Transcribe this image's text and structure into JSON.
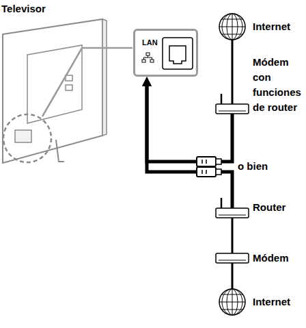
{
  "diagram": {
    "nodes": [
      {
        "text": [
          "Televisor"
        ]
      },
      {
        "text": [
          "LAN"
        ]
      },
      {
        "text": [
          "Internet"
        ]
      },
      {
        "text": [
          "Módem con funciones de router"
        ]
      },
      {
        "text": [
          "Router"
        ]
      },
      {
        "text": [
          "Módem"
        ]
      },
      {
        "text": [
          "Internet"
        ]
      }
    ],
    "edges": [
      {
        "from": 2,
        "to": 3,
        "arrow": "none"
      },
      {
        "from": 3,
        "to": 1,
        "arrow": "to"
      },
      {
        "from": 4,
        "to": 1,
        "arrow": "to"
      },
      {
        "from": 4,
        "to": 5,
        "arrow": "none"
      },
      {
        "from": 5,
        "to": 6,
        "arrow": "none"
      }
    ],
    "labels": [
      "o bien"
    ]
  }
}
